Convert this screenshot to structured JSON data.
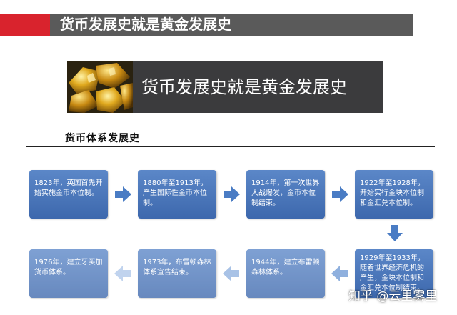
{
  "header": {
    "title": "货币发展史就是黄金发展史"
  },
  "hero": {
    "title": "货币发展史就是黄金发展史",
    "image_icon": "gold-nuggets-icon"
  },
  "section": {
    "heading": "货币体系发展史"
  },
  "timeline": [
    {
      "text": "1823年，英国首先开始实施金币本位制。"
    },
    {
      "text": "1880年至1913年，产生国际性金币本位制。"
    },
    {
      "text": "1914年，第一次世界大战爆发，金币本位制结束。"
    },
    {
      "text": "1922年至1928年，开始实行金块本位制和金汇兑本位制。"
    },
    {
      "text": "1929年至1933年，随着世界经济危机的产生，金块本位制和金汇兑本位制结束。"
    },
    {
      "text": "1944年，建立布雷顿森林体系。"
    },
    {
      "text": "1973年，布雷顿森林体系宣告结束。"
    },
    {
      "text": "1976年，建立牙买加货币体系。"
    }
  ],
  "watermark": {
    "text": "知乎 @云里雾里"
  },
  "colors": {
    "accent_red": "#d9232d",
    "bar_gray": "#5a5a5a",
    "box_blue": "#4a76bb",
    "arrow_blue": "#4a7cc4"
  }
}
